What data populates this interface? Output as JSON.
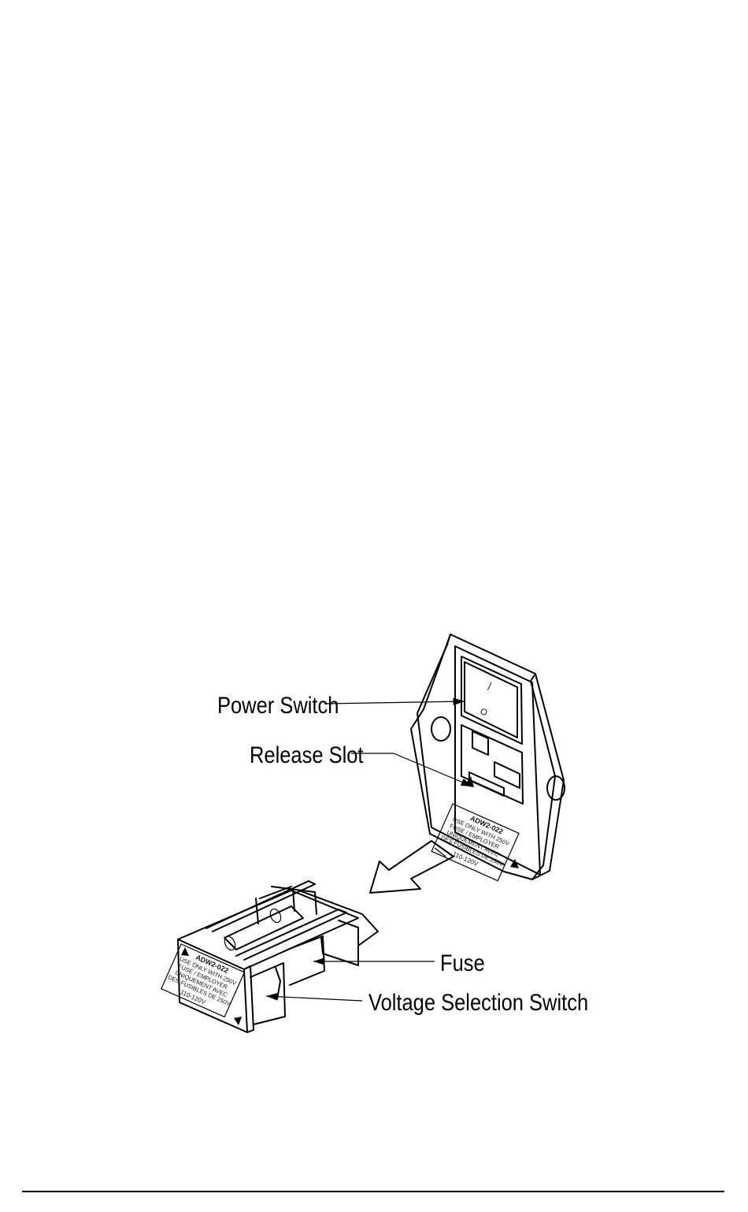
{
  "callouts": {
    "power_switch": "Power Switch",
    "release_slot": "Release Slot",
    "fuse": "Fuse",
    "voltage_selection_switch": "Voltage Selection Switch"
  },
  "module_label": {
    "part_no": "ADW2-022",
    "line1": "USE ONLY WITH 250V",
    "line2": "FUSE / EMPLOYER",
    "line3": "UNIQUEMENT AVEC",
    "line4": "DES FUSIBLES DE 250V",
    "voltage": "110-120V"
  },
  "drawer_label": {
    "part_no": "ADW2-022",
    "line1": "USE ONLY WITH 250V",
    "line2": "FUSE / EMPLOYER",
    "line3": "UNIQUEMENT AVEC",
    "line4": "DES FUSIBLES DE 250V",
    "voltage": "110-120V"
  },
  "switch_marks": {
    "on": "|",
    "off": "O"
  }
}
